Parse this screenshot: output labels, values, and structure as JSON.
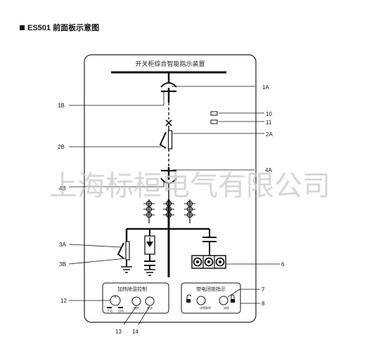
{
  "heading": "ES501 前面板示意图",
  "panel_title": "开关柜综合智能指示装置",
  "watermark": "上海标桓电气有限公司",
  "labels": {
    "l1A": "1A",
    "l1B": "1B",
    "l10": "10",
    "l11": "11",
    "l2A": "2A",
    "l2B": "2B",
    "l4A": "4A",
    "l4B": "4B",
    "l3A": "3A",
    "l3B": "3B",
    "l6": "6",
    "l12": "12",
    "l7": "7",
    "l8": "8",
    "l13": "13",
    "l14": "14"
  },
  "heater_panel": {
    "title": "加热除湿控制",
    "sub_left": "手动",
    "sub_right": "自动",
    "lbl_a": "加热",
    "lbl_b": "除湿"
  },
  "lock_panel": {
    "title": "带电闭锁指示",
    "lbl_a": "闭锁解除",
    "lbl_b": "闭锁"
  },
  "icons": [
    "unlock-icon",
    "lock-icon"
  ]
}
